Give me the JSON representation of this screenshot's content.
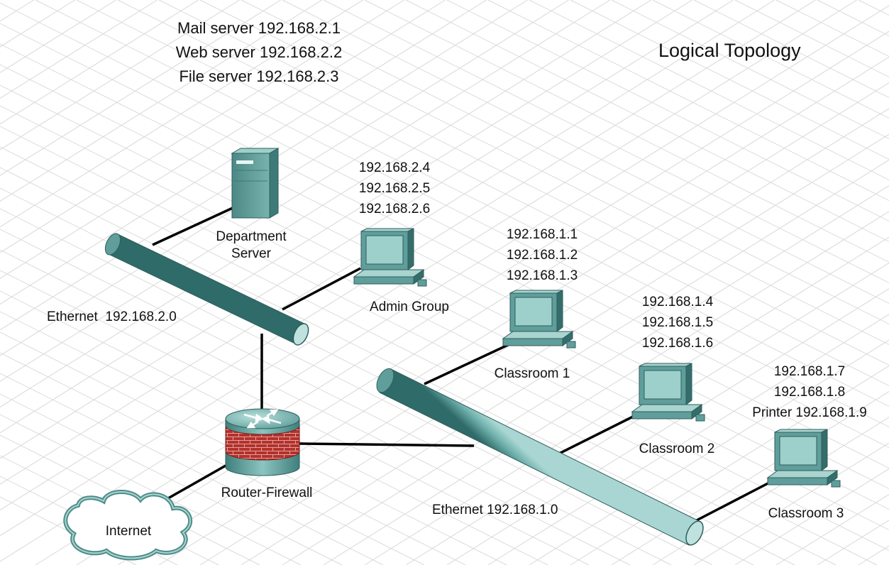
{
  "title": "Logical Topology",
  "servers_info": [
    "Mail server 192.168.2.1",
    "Web server 192.168.2.2",
    "File server 192.168.2.3"
  ],
  "department_server": {
    "label": [
      "Department",
      "Server"
    ]
  },
  "admin_group": {
    "label": "Admin Group",
    "addresses": [
      "192.168.2.4",
      "192.168.2.5",
      "192.168.2.6"
    ]
  },
  "classroom1": {
    "label": "Classroom 1",
    "addresses": [
      "192.168.1.1",
      "192.168.1.2",
      "192.168.1.3"
    ]
  },
  "classroom2": {
    "label": "Classroom 2",
    "addresses": [
      "192.168.1.4",
      "192.168.1.5",
      "192.168.1.6"
    ]
  },
  "classroom3": {
    "label": "Classroom 3",
    "addresses": [
      "192.168.1.7",
      "192.168.1.8",
      "Printer 192.168.1.9"
    ]
  },
  "ethernet_admin": "Ethernet  192.168.2.0",
  "ethernet_class": "Ethernet 192.168.1.0",
  "router": "Router-Firewall",
  "internet": "Internet",
  "colors": {
    "device": "#5f9e9b",
    "device_light": "#a9d4d0",
    "device_dark": "#356d6a",
    "brick": "#b0312c",
    "grid": "#d9d9d9",
    "line": "#000000"
  }
}
